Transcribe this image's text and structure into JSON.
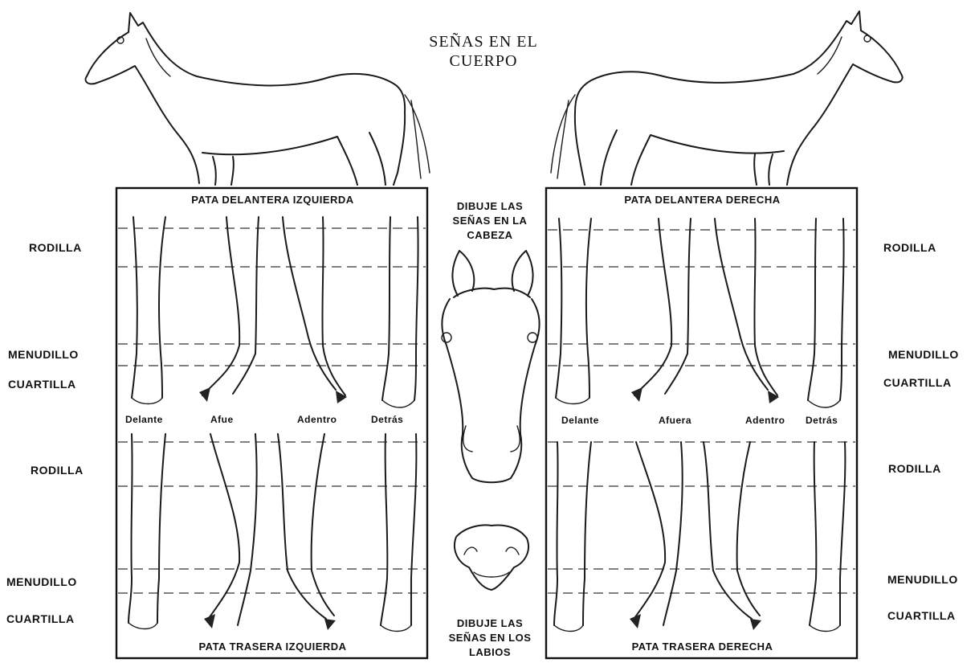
{
  "title": "SEÑAS EN EL CUERPO",
  "left_labels": {
    "front": [
      "RODILLA",
      "MENUDILLO",
      "CUARTILLA"
    ],
    "hind": [
      "RODILLA",
      "MENUDILLO",
      "CUARTILLA"
    ]
  },
  "right_labels": {
    "front": [
      "RODILLA",
      "MENUDILLO",
      "CUARTILLA"
    ],
    "hind": [
      "RODILLA",
      "MENUDILLO",
      "CUARTILLA"
    ]
  },
  "left_panel": {
    "front_title": "PATA DELANTERA IZQUIERDA",
    "hind_title": "PATA TRASERA IZQUIERDA",
    "views": [
      "Delante",
      "Afue",
      "Adentro",
      "Detrás"
    ]
  },
  "right_panel": {
    "front_title": "PATA DELANTERA DERECHA",
    "hind_title": "PATA TRASERA DERECHA",
    "views": [
      "Delante",
      "Afuera",
      "Adentro",
      "Detrás"
    ]
  },
  "center": {
    "head_note": "DIBUJE LAS SEÑAS EN LA CABEZA",
    "lips_note": "DIBUJE LAS SEÑAS EN LOS LABIOS"
  },
  "icons": [
    "horse-left-icon",
    "horse-right-icon",
    "horse-head-icon",
    "horse-lips-icon",
    "leg-outline-icon"
  ]
}
